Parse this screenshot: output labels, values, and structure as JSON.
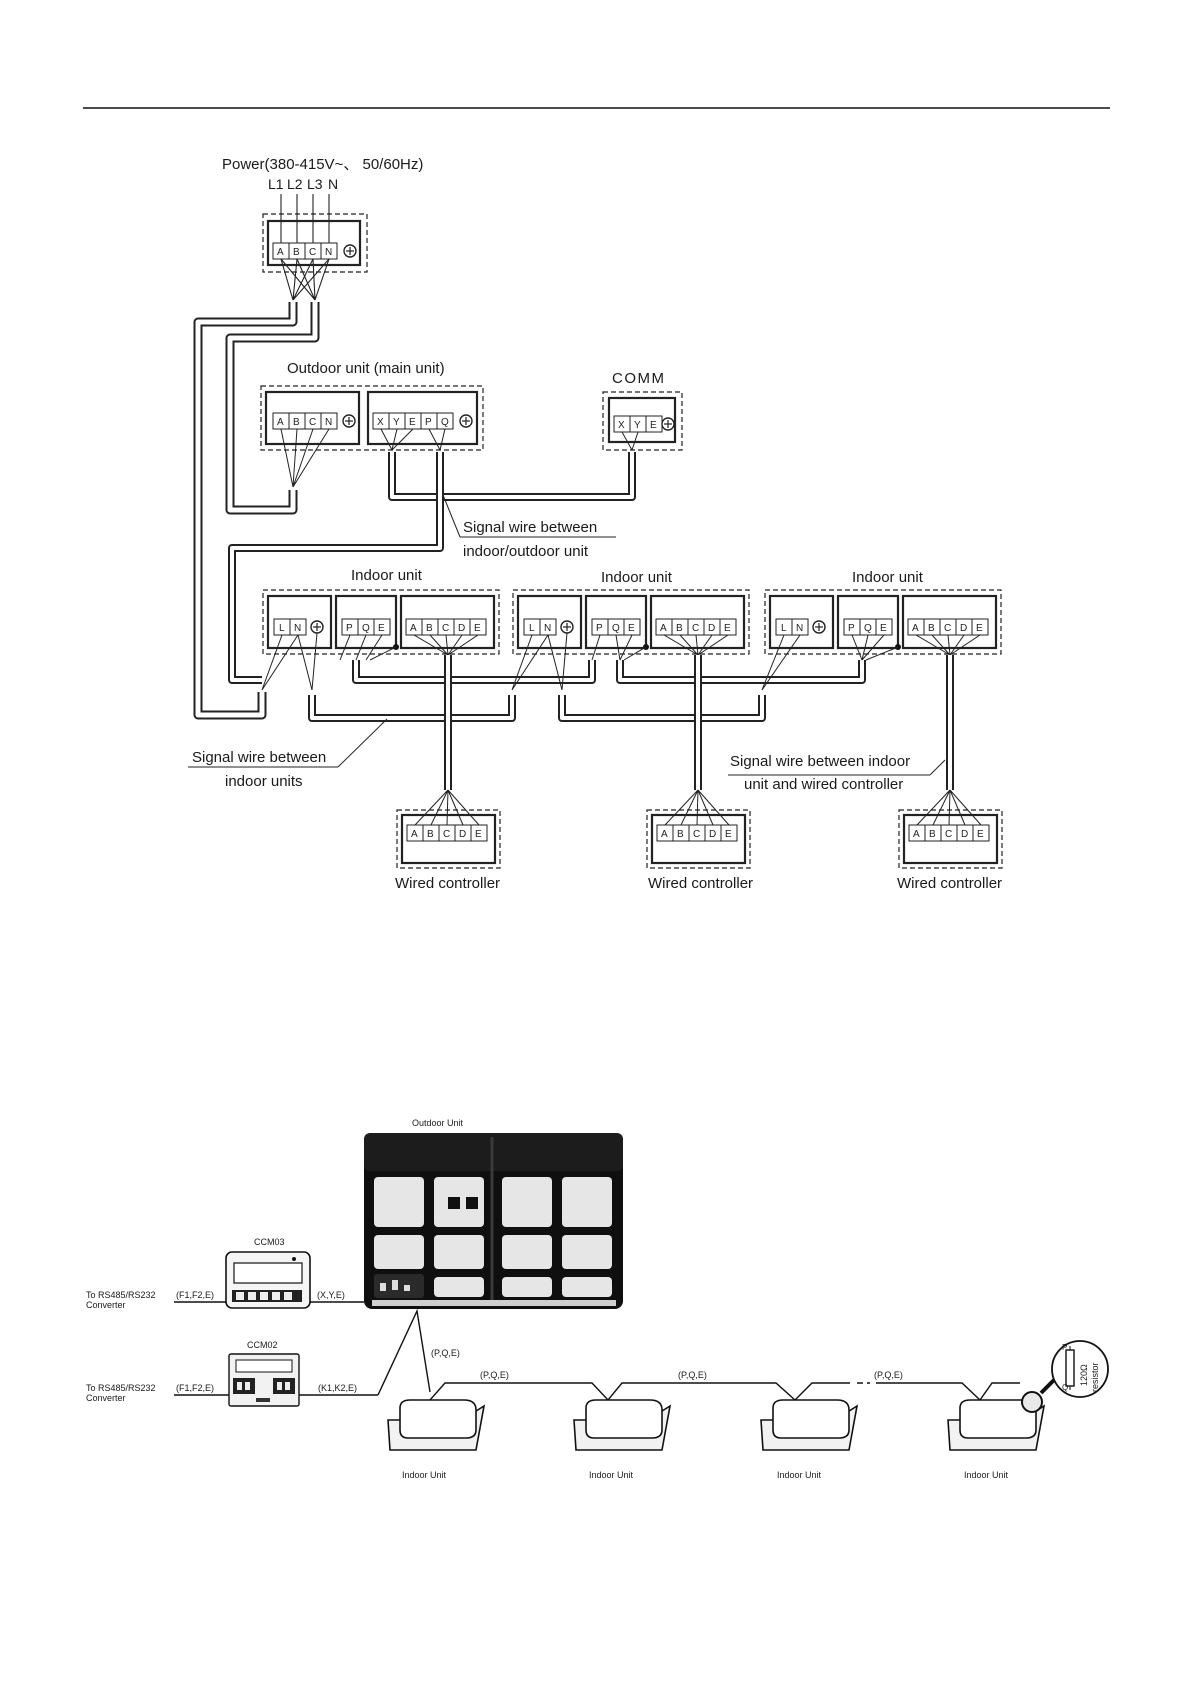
{
  "diagram1": {
    "power_label": "Power(380-415V~、 50/60Hz)",
    "phase_labels": [
      "L1",
      "L2",
      "L3",
      "N"
    ],
    "power_terminals": [
      "A",
      "B",
      "C",
      "N"
    ],
    "outdoor_title": "Outdoor unit (main unit)",
    "outdoor_power_terminals": [
      "A",
      "B",
      "C",
      "N"
    ],
    "outdoor_comm_terminals": [
      "X",
      "Y",
      "E",
      "P",
      "Q"
    ],
    "comm_title": "COMM",
    "comm_terminals": [
      "X",
      "Y",
      "E"
    ],
    "signal_io_line1": "Signal wire between",
    "signal_io_line2": "indoor/outdoor unit",
    "indoor_title": "Indoor unit",
    "indoor_power_terminals": [
      "L",
      "N"
    ],
    "indoor_pqe_terminals": [
      "P",
      "Q",
      "E"
    ],
    "indoor_ctrl_terminals": [
      "A",
      "B",
      "C",
      "D",
      "E"
    ],
    "signal_indoor_line1": "Signal wire between",
    "signal_indoor_line2": "indoor units",
    "signal_wc_line1": "Signal wire between indoor",
    "signal_wc_line2": "unit and wired controller",
    "controller_terminals": [
      "A",
      "B",
      "C",
      "D",
      "E"
    ],
    "controller_label": "Wired controller"
  },
  "diagram2": {
    "outdoor_label": "Outdoor Unit",
    "ccm03_label": "CCM03",
    "ccm02_label": "CCM02",
    "converter_line1": "To RS485/RS232",
    "converter_line2": "Converter",
    "ccm03_left_port": "(F1,F2,E)",
    "ccm03_right_port": "(X,Y,E)",
    "ccm02_left_port": "(F1,F2,E)",
    "ccm02_right_port": "(K1,K2,E)",
    "pqe_label": "(P,Q,E)",
    "indoor_label": "Indoor Unit",
    "resistor_value": "120Ω",
    "resistor_word": "resistor",
    "resistor_p": "P",
    "resistor_q": "Q"
  }
}
